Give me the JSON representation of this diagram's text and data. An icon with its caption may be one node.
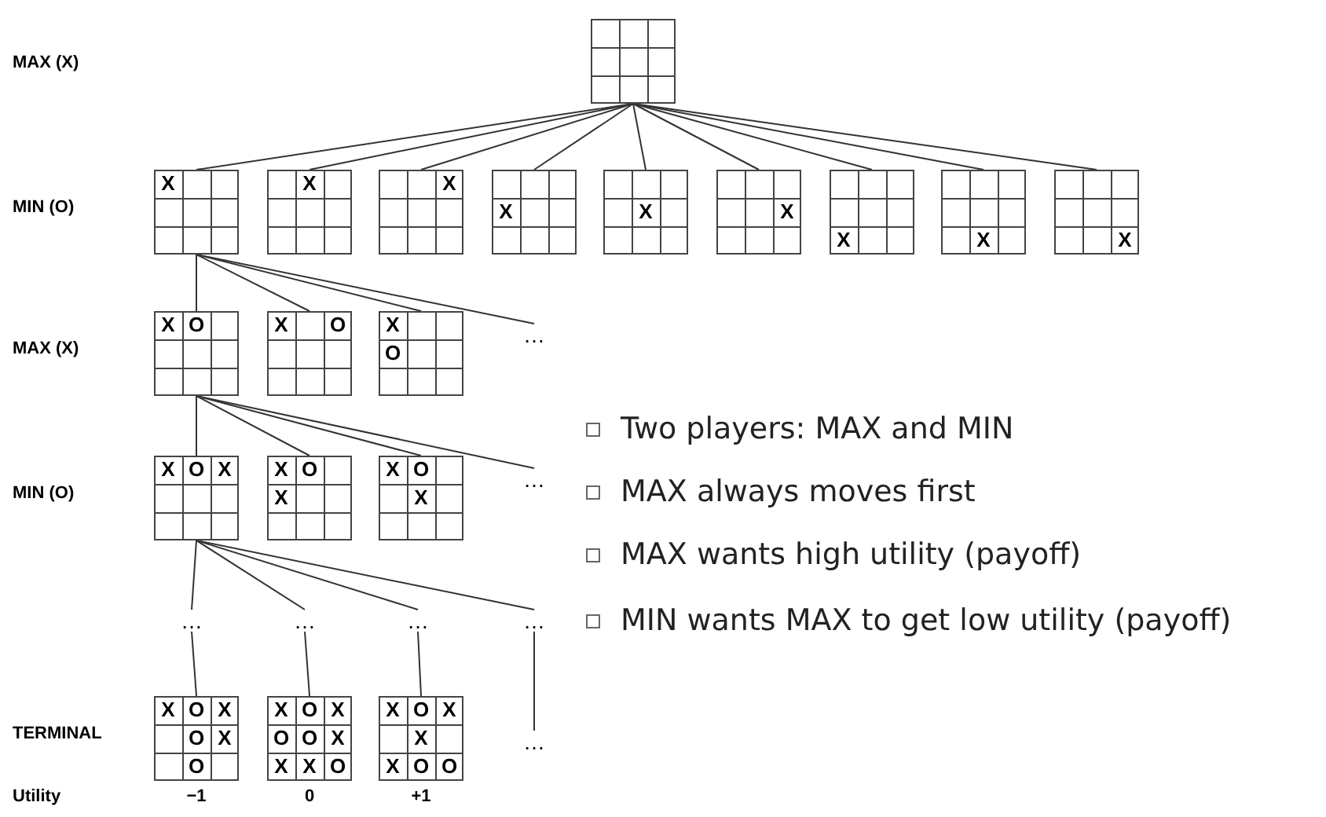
{
  "diagram": {
    "nodes": [
      {
        "text": [],
        "shape": "box"
      },
      {
        "text": [
          "X"
        ]
      },
      {
        "text": [
          "X"
        ]
      },
      {
        "text": [
          "X"
        ]
      },
      {
        "text": [
          "X"
        ]
      },
      {
        "text": [
          "X"
        ]
      },
      {
        "text": [
          "X"
        ]
      },
      {
        "text": [
          "X"
        ]
      },
      {
        "text": [
          "X"
        ]
      },
      {
        "text": [
          "X"
        ]
      },
      {
        "text": [
          "X",
          "O"
        ]
      },
      {
        "text": [
          "X",
          "O"
        ]
      },
      {
        "text": [
          "X",
          "O"
        ]
      },
      {
        "text": [
          "…"
        ]
      },
      {
        "text": [
          "X",
          "O",
          "X"
        ]
      },
      {
        "text": [
          "X",
          "O",
          "X"
        ]
      },
      {
        "text": [
          "X",
          "O",
          "X"
        ]
      },
      {
        "text": [
          "…"
        ]
      },
      {
        "text": [
          "…"
        ]
      },
      {
        "text": [
          "…"
        ]
      },
      {
        "text": [
          "…"
        ]
      },
      {
        "text": [
          "…"
        ]
      },
      {
        "text": [
          "X",
          "O",
          "X",
          "O",
          "X",
          "O"
        ],
        "beside": [
          "−1"
        ]
      },
      {
        "text": [
          "X",
          "O",
          "X",
          "O",
          "O",
          "X",
          "X",
          "X",
          "O"
        ],
        "beside": [
          "0"
        ]
      },
      {
        "text": [
          "X",
          "O",
          "X",
          "X",
          "X",
          "O",
          "O"
        ],
        "beside": [
          "+1"
        ]
      },
      {
        "text": [
          "…"
        ]
      }
    ],
    "edges": [
      {
        "from": 0,
        "to": 1,
        "arrow": "none"
      },
      {
        "from": 0,
        "to": 2,
        "arrow": "none"
      },
      {
        "from": 0,
        "to": 3,
        "arrow": "none"
      },
      {
        "from": 0,
        "to": 4,
        "arrow": "none"
      },
      {
        "from": 0,
        "to": 5,
        "arrow": "none"
      },
      {
        "from": 0,
        "to": 6,
        "arrow": "none"
      },
      {
        "from": 0,
        "to": 7,
        "arrow": "none"
      },
      {
        "from": 0,
        "to": 8,
        "arrow": "none"
      },
      {
        "from": 0,
        "to": 9,
        "arrow": "none"
      },
      {
        "from": 1,
        "to": 10,
        "arrow": "none"
      },
      {
        "from": 1,
        "to": 11,
        "arrow": "none"
      },
      {
        "from": 1,
        "to": 12,
        "arrow": "none"
      },
      {
        "from": 1,
        "to": 13,
        "arrow": "none"
      },
      {
        "from": 10,
        "to": 14,
        "arrow": "none"
      },
      {
        "from": 10,
        "to": 15,
        "arrow": "none"
      },
      {
        "from": 10,
        "to": 16,
        "arrow": "none"
      },
      {
        "from": 10,
        "to": 17,
        "arrow": "none"
      },
      {
        "from": 14,
        "to": 18,
        "arrow": "none"
      },
      {
        "from": 14,
        "to": 19,
        "arrow": "none"
      },
      {
        "from": 14,
        "to": 20,
        "arrow": "none"
      },
      {
        "from": 14,
        "to": 21,
        "arrow": "none"
      },
      {
        "from": 18,
        "to": 22,
        "arrow": "none"
      },
      {
        "from": 19,
        "to": 23,
        "arrow": "none"
      },
      {
        "from": 20,
        "to": 24,
        "arrow": "none"
      },
      {
        "from": 21,
        "to": 25,
        "arrow": "none"
      }
    ],
    "labels": [
      "MAX (X)",
      "MIN (O)",
      "MAX (X)",
      "MIN (O)",
      "TERMINAL",
      "Utility",
      "Two players: MAX and MIN",
      "MAX always moves first",
      "MAX wants high utility (payoff)",
      "MIN wants MAX to get low utility (payoff)"
    ]
  }
}
